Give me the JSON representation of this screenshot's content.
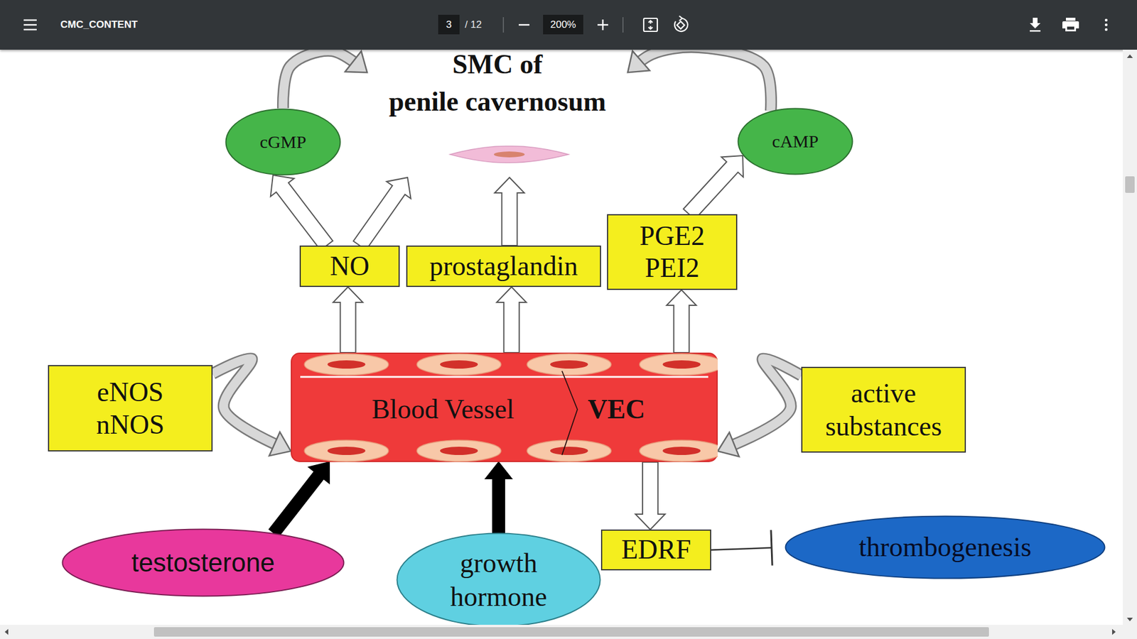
{
  "diagram": {
    "nodes": [
      {
        "text": [
          "SMC of penile cavernosum"
        ]
      },
      {
        "text": [
          "cGMP"
        ]
      },
      {
        "text": [
          "cAMP"
        ]
      },
      {
        "text": [
          "NO"
        ]
      },
      {
        "text": [
          "prostaglandin"
        ]
      },
      {
        "text": [
          "PGE2 PEI2"
        ]
      },
      {
        "text": [
          "eNOS nNOS"
        ]
      },
      {
        "text": [
          "Blood Vessel",
          "VEC"
        ]
      },
      {
        "text": [
          "active substances"
        ]
      },
      {
        "text": [
          "testosterone"
        ]
      },
      {
        "text": [
          "growth hormone"
        ]
      },
      {
        "text": [
          "EDRF"
        ]
      },
      {
        "text": [
          "thrombogenesis"
        ]
      }
    ],
    "edges": [
      {
        "from": 3,
        "to": 1,
        "arrow": "to"
      },
      {
        "from": 3,
        "to": 0,
        "arrow": "to"
      },
      {
        "from": 4,
        "to": 0,
        "arrow": "to"
      },
      {
        "from": 5,
        "to": 2,
        "arrow": "to"
      },
      {
        "from": 1,
        "to": 0,
        "arrow": "to"
      },
      {
        "from": 2,
        "to": 0,
        "arrow": "to"
      },
      {
        "from": 7,
        "to": 3,
        "arrow": "to"
      },
      {
        "from": 7,
        "to": 4,
        "arrow": "to"
      },
      {
        "from": 7,
        "to": 5,
        "arrow": "to"
      },
      {
        "from": 6,
        "to": 7,
        "arrow": "to"
      },
      {
        "from": 8,
        "to": 7,
        "arrow": "to"
      },
      {
        "from": 9,
        "to": 7,
        "arrow": "to"
      },
      {
        "from": 10,
        "to": 7,
        "arrow": "to"
      },
      {
        "from": 7,
        "to": 11,
        "arrow": "to"
      },
      {
        "from": 11,
        "to": 12,
        "arrow": "to"
      }
    ],
    "labels": [
      "CMC_CONTENT",
      "3",
      "/ 12",
      "200%"
    ]
  }
}
